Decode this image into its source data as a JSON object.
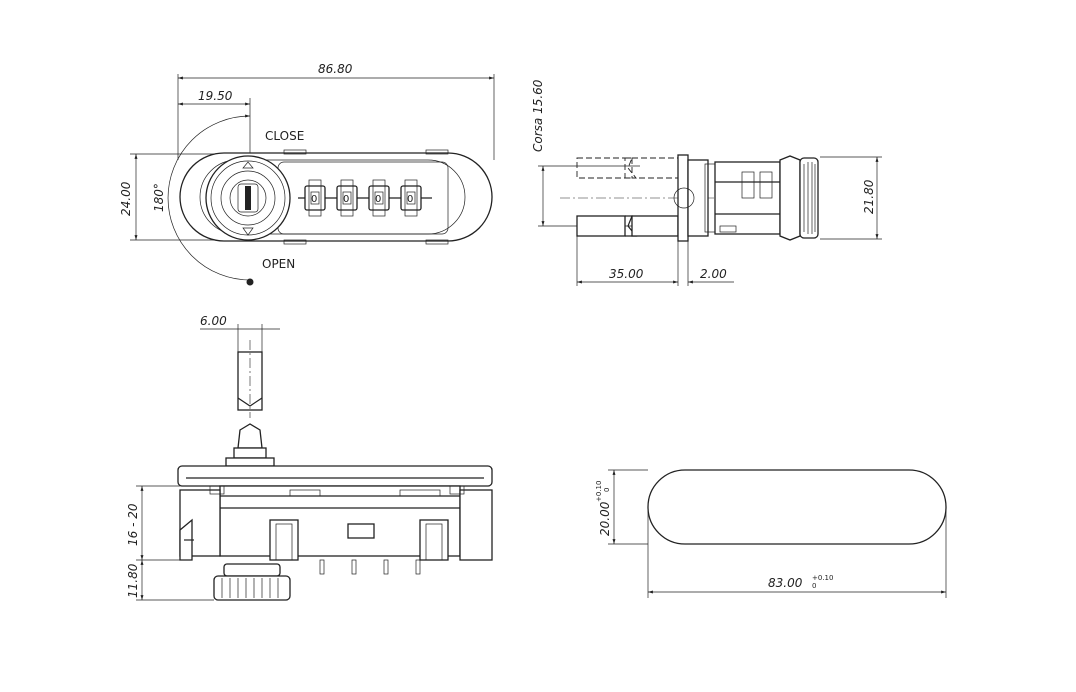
{
  "colors": {
    "ink": "#222222",
    "paper": "#ffffff"
  },
  "labels": {
    "close": "CLOSE",
    "open": "OPEN"
  },
  "dimensions": {
    "front_width": "86.80",
    "front_offset": "19.50",
    "front_height": "24.00",
    "rotation": "180°",
    "corsa": "Corsa 15.60",
    "side_height": "21.80",
    "side_shaft": "35.00",
    "side_flange": "2.00",
    "shaft_width": "6.00",
    "panel_range": "16 - 20",
    "knob_height": "11.80",
    "cutout_height": "20.00",
    "cutout_height_tol_upper": "+0.10",
    "cutout_height_tol_lower": "0",
    "cutout_width": "83.00",
    "cutout_width_tol_upper": "+0.10",
    "cutout_width_tol_lower": "0"
  }
}
